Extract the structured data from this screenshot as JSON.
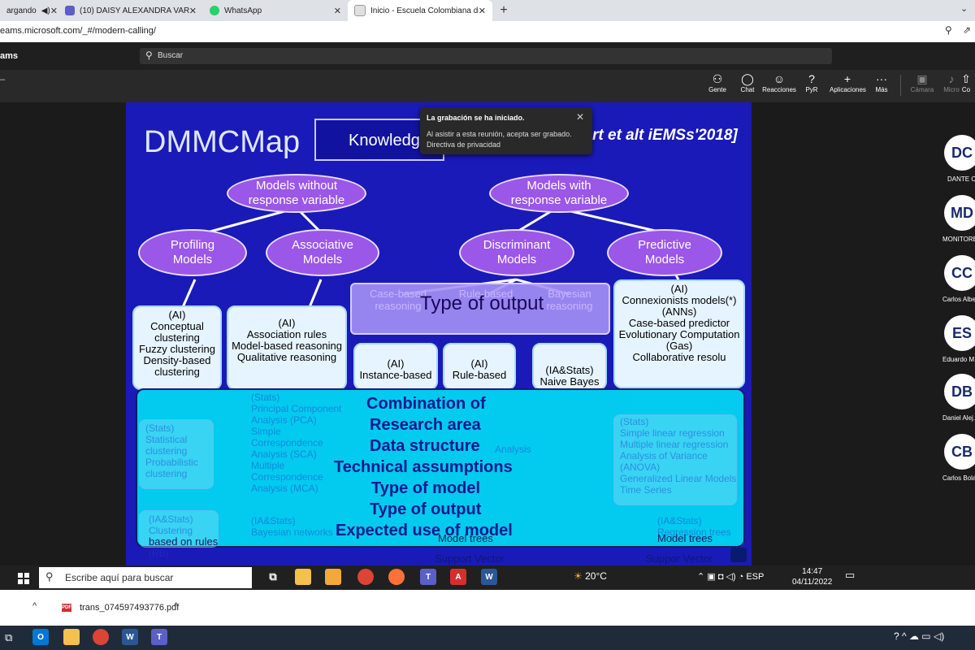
{
  "browser": {
    "tabs": [
      {
        "label": "argando",
        "active": false
      },
      {
        "label": "(10) DAISY ALEXANDRA VARGAS",
        "active": false
      },
      {
        "label": "WhatsApp",
        "active": false
      },
      {
        "label": "Inicio - Escuela Colombiana de In",
        "active": true
      }
    ],
    "url": "eams.microsoft.com/_#/modern-calling/"
  },
  "teams": {
    "app_name": "ams",
    "search_placeholder": "Buscar",
    "toolbar": [
      {
        "label": "Gente",
        "icon": "people-icon"
      },
      {
        "label": "Chat",
        "icon": "chat-icon"
      },
      {
        "label": "Reacciones",
        "icon": "reactions-icon"
      },
      {
        "label": "PyR",
        "icon": "qa-icon"
      },
      {
        "label": "Aplicaciones",
        "icon": "plus-icon"
      },
      {
        "label": "Más",
        "icon": "more-icon"
      },
      {
        "label": "Cámara",
        "icon": "camera-off-icon"
      },
      {
        "label": "Micro",
        "icon": "mic-off-icon"
      },
      {
        "label": "Co",
        "icon": "share-icon"
      }
    ]
  },
  "toast": {
    "title": "La grabación se ha iniciado.",
    "body": "Al asistir a esta reunión, acepta ser grabado.",
    "link": "Directiva de privacidad"
  },
  "slide": {
    "title": "DMMCMap",
    "knowledge": "Knowledg",
    "reference": "rt et alt  iEMSs'2018]",
    "level1": [
      {
        "line1": "Models without",
        "line2": "response variable"
      },
      {
        "line1": "Models with",
        "line2": "response variable"
      }
    ],
    "level2": [
      {
        "line1": "Profiling",
        "line2": "Models"
      },
      {
        "line1": "Associative",
        "line2": "Models"
      },
      {
        "line1": "Discriminant",
        "line2": "Models"
      },
      {
        "line1": "Predictive",
        "line2": "Models"
      }
    ],
    "profiling_card": [
      "(AI)",
      "Conceptual",
      "clustering",
      "Fuzzy clustering",
      "Density-based",
      "clustering"
    ],
    "associative_card": [
      "(AI)",
      "Association rules",
      "Model-based reasoning",
      "Qualitative reasoning"
    ],
    "discriminant_faint": [
      "Case-based",
      "reasoning",
      "Rule-based",
      "Bayesian",
      "reasoning"
    ],
    "type_of_output": "Type of output",
    "instance_card": [
      "(AI)",
      "Instance-based"
    ],
    "rule_card": [
      "(AI)",
      "Rule-based"
    ],
    "naive_card": [
      "(IA&Stats)",
      "Naive Bayes"
    ],
    "predictive_card": [
      "(AI)",
      "Connexionists models(*)",
      "(ANNs)",
      "Case-based predictor",
      "Evolutionary Computation",
      "(Gas)",
      "Collaborative  resolu"
    ],
    "criteria": [
      "Combination of",
      "Research area",
      "Data structure",
      "Technical assumptions",
      "Type of model",
      "Type of output",
      "Expected use of model"
    ],
    "ghost": {
      "stats_left": [
        "(Stats)",
        "Statistical",
        "clustering",
        "Probabilistic",
        "clustering"
      ],
      "stats_mid": [
        "(Stats)",
        "Principal Component",
        "Analysis (PCA)",
        "Simple",
        "Correspondence",
        "Analysis (SCA)",
        "Multiple",
        "Correspondence",
        "Analysis (MCA)"
      ],
      "stats_right": [
        "(Stats)",
        "Simple linear regression",
        "Multiple linear  regression",
        "Analysis of Variance",
        "(ANOVA)",
        "Generalized Linear Models",
        "Time Series"
      ],
      "ia_left": [
        "(IA&Stats)",
        "Clustering",
        "based on rules",
        "(RB)"
      ],
      "ia_mid": [
        "(IA&Stats)",
        "Bayesian networks"
      ],
      "ia_right": [
        "(IA&Stats)",
        "Regression trees"
      ],
      "svm_mid": "Support Vector",
      "svm_right": "Suppor Vector",
      "model_trees": "Model trees",
      "analysis_word": "Analysis"
    }
  },
  "participants": [
    {
      "initials": "DC",
      "name": "DANTE CO"
    },
    {
      "initials": "MD",
      "name": "MONITORE"
    },
    {
      "initials": "CC",
      "name": "Carlos Albe"
    },
    {
      "initials": "ES",
      "name": "Eduardo M."
    },
    {
      "initials": "DB",
      "name": "Daniel Alej.."
    },
    {
      "initials": "CB",
      "name": "Carlos Bola.."
    }
  ],
  "taskbar": {
    "search_placeholder": "Escribe aquí para buscar",
    "weather": "20°C",
    "lang": "ESP",
    "time": "14:47",
    "date": "04/11/2022"
  },
  "download": {
    "filename": "trans_074597493776.pdf",
    "pdf_label": "PDF"
  },
  "colors": {
    "slide_bg": "#1a1ab8",
    "oval": "#9a57e8",
    "cyan": "#00e8f8",
    "criteria_text": "#0c1a8e"
  }
}
